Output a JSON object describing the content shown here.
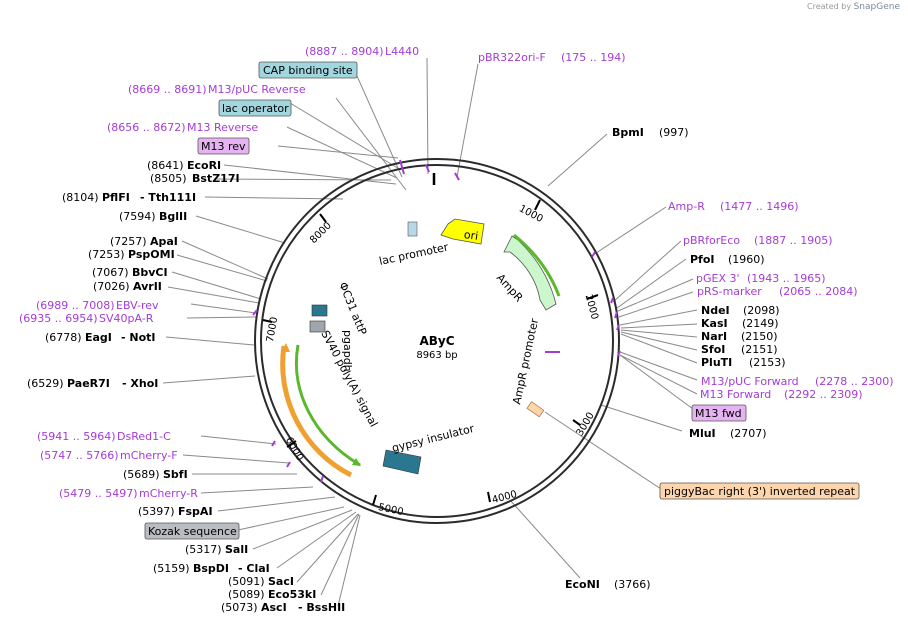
{
  "credit": {
    "prefix": "Created by",
    "brand": "SnapGene"
  },
  "plasmid": {
    "name": "AByC",
    "length": "8963 bp"
  },
  "ticks": [
    "1000",
    "2000",
    "3000",
    "4000",
    "5000",
    "6000",
    "7000",
    "8000"
  ],
  "features": {
    "ori": "ori",
    "ampr": "AmpR",
    "ampr_promoter": "AmpR promoter",
    "lac_promoter": "lac promoter",
    "phic31": "ΦC31 attP",
    "pgapdh": "pgapdh",
    "sv40": "SV40 poly(A) signal",
    "gypsy": "gypsy insulator"
  },
  "boxes": {
    "cap": "CAP binding site",
    "lacop": "lac operator",
    "m13rev": "M13 rev",
    "m13fwd": "M13 fwd",
    "kozak": "Kozak sequence",
    "piggybac": "piggyBac right (3') inverted repeat"
  },
  "primers": {
    "l4440": {
      "pos": "(8887 .. 8904)",
      "name": "L4440"
    },
    "pbr322": {
      "name": "pBR322ori-F",
      "pos": "(175 .. 194)"
    },
    "m13puc_rev": {
      "pos": "(8669 .. 8691)",
      "name": "M13/pUC Reverse"
    },
    "m13_reverse": {
      "pos": "(8656 .. 8672)",
      "name": "M13 Reverse"
    },
    "ampr": {
      "name": "Amp-R",
      "pos": "(1477 .. 1496)"
    },
    "pbrforeco": {
      "name": "pBRforEco",
      "pos": "(1887 .. 1905)"
    },
    "pgex3": {
      "name": "pGEX 3'",
      "pos": "(1943 .. 1965)"
    },
    "prs": {
      "name": "pRS-marker",
      "pos": "(2065 .. 2084)"
    },
    "m13puc_fwd": {
      "name": "M13/pUC Forward",
      "pos": "(2278 .. 2300)"
    },
    "m13_forward": {
      "name": "M13 Forward",
      "pos": "(2292 .. 2309)"
    },
    "ebv": {
      "pos": "(6989 .. 7008)",
      "name": "EBV-rev"
    },
    "sv40pa": {
      "pos": "(6935 .. 6954)",
      "name": "SV40pA-R"
    },
    "dsred": {
      "pos": "(5941 .. 5964)",
      "name": "DsRed1-C"
    },
    "mcherry_f": {
      "pos": "(5747 .. 5766)",
      "name": "mCherry-F"
    },
    "mcherry_r": {
      "pos": "(5479 .. 5497)",
      "name": "mCherry-R"
    }
  },
  "enzymes": {
    "bpmi": {
      "name": "BpmI",
      "pos": "(997)"
    },
    "pfoi": {
      "name": "PfoI",
      "pos": "(1960)"
    },
    "ndei": {
      "name": "NdeI",
      "pos": "(2098)"
    },
    "kasi": {
      "name": "KasI",
      "pos": "(2149)"
    },
    "nari": {
      "name": "NarI",
      "pos": "(2150)"
    },
    "sfoi": {
      "name": "SfoI",
      "pos": "(2151)"
    },
    "pluti": {
      "name": "PluTI",
      "pos": "(2153)"
    },
    "mlui": {
      "name": "MluI",
      "pos": "(2707)"
    },
    "econi": {
      "name": "EcoNI",
      "pos": "(3766)"
    },
    "ecori": {
      "pos": "(8641)",
      "name": "EcoRI"
    },
    "bstz17i": {
      "pos": "(8505)",
      "name": "BstZ17I"
    },
    "pflfi": {
      "pos": "(8104)",
      "name": "PflFI",
      "name2": "- Tth111I"
    },
    "bglii": {
      "pos": "(7594)",
      "name": "BglII"
    },
    "apai": {
      "pos": "(7257)",
      "name": "ApaI"
    },
    "pspomi": {
      "pos": "(7253)",
      "name": "PspOMI"
    },
    "bbvci": {
      "pos": "(7067)",
      "name": "BbvCI"
    },
    "avrii": {
      "pos": "(7026)",
      "name": "AvrII"
    },
    "eagi": {
      "pos": "(6778)",
      "name": "EagI",
      "name2": "- NotI"
    },
    "paer7i": {
      "pos": "(6529)",
      "name": "PaeR7I",
      "name2": "- XhoI"
    },
    "sbfi": {
      "pos": "(5689)",
      "name": "SbfI"
    },
    "fspai": {
      "pos": "(5397)",
      "name": "FspAI"
    },
    "sali": {
      "pos": "(5317)",
      "name": "SalI"
    },
    "bspdi": {
      "pos": "(5159)",
      "name": "BspDI",
      "name2": "- ClaI"
    },
    "saci": {
      "pos": "(5091)",
      "name": "SacI"
    },
    "eco53ki": {
      "pos": "(5089)",
      "name": "Eco53kI"
    },
    "asci": {
      "pos": "(5073)",
      "name": "AscI",
      "name2": "- BssHII"
    }
  }
}
